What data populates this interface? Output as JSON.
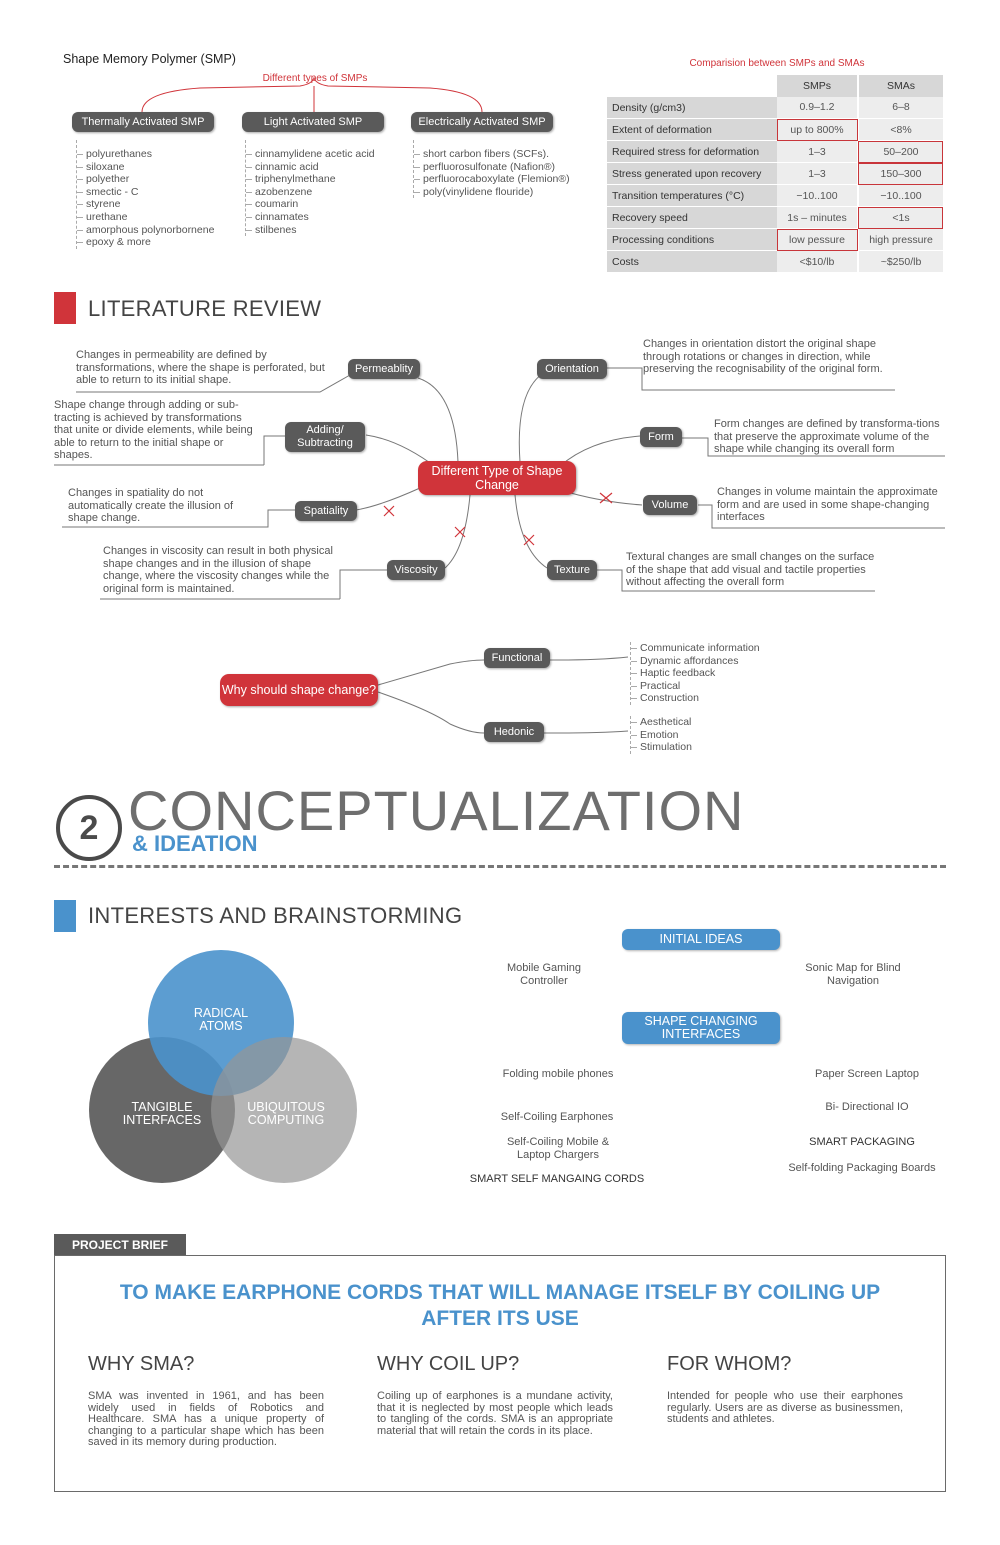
{
  "smp": {
    "title": "Shape Memory Polymer (SMP)",
    "types_label": "Different types of SMPs",
    "groups": [
      {
        "label": "Thermally Activated SMP",
        "items": [
          "polyurethanes",
          "siloxane",
          "polyether",
          "smectic - C",
          "styrene",
          "urethane",
          "amorphous polynorbornene",
          "epoxy & more"
        ]
      },
      {
        "label": "Light Activated SMP",
        "items": [
          "cinnamylidene acetic acid",
          "cinnamic acid",
          "triphenylmethane",
          "azobenzene",
          "coumarin",
          "cinnamates",
          "stilbenes"
        ]
      },
      {
        "label": "Electrically Activated SMP",
        "items": [
          "short carbon fibers (SCFs).",
          "perfluorosulfonate (Nafion®)",
          "perfluorocaboxylate (Flemion®)",
          "poly(vinylidene flouride)"
        ]
      }
    ]
  },
  "comparison": {
    "title": "Comparision between SMPs and SMAs",
    "col1": "SMPs",
    "col2": "SMAs",
    "rows": [
      {
        "label": "Density (g/cm3)",
        "smp": "0.9–1.2",
        "sma": "6–8"
      },
      {
        "label": "Extent of deformation",
        "smp": "up to 800%",
        "sma": "<8%"
      },
      {
        "label": "Required stress for deformation",
        "smp": "1–3",
        "sma": "50–200"
      },
      {
        "label": "Stress generated upon recovery",
        "smp": "1–3",
        "sma": "150–300"
      },
      {
        "label": "Transition temperatures (°C)",
        "smp": "−10..100",
        "sma": "−10..100"
      },
      {
        "label": "Recovery speed",
        "smp": "1s – minutes",
        "sma": "<1s"
      },
      {
        "label": "Processing conditions",
        "smp": "low pessure",
        "sma": "high pressure"
      },
      {
        "label": "Costs",
        "smp": "<$10/lb",
        "sma": "~$250/lb"
      }
    ],
    "accent": "#c8353a"
  },
  "literature": {
    "heading": "LITERATURE REVIEW",
    "center": "Different Type of Shape Change",
    "nodes": {
      "permeablity": {
        "label": "Permeablity",
        "desc": "Changes in permeability are defined by transformations, where the shape is perforated, but able to return to its initial shape."
      },
      "adding": {
        "label": "Adding/ Subtracting",
        "desc": "Shape change through adding or sub-tracting is achieved by transformations that unite or divide elements, while being able to return to the initial shape or shapes."
      },
      "spatiality": {
        "label": "Spatiality",
        "desc": "Changes in spatiality do not automatically create the illusion of shape change."
      },
      "viscosity": {
        "label": "Viscosity",
        "desc": "Changes in viscosity can result in both physical shape changes and in the illusion of shape change, where the viscosity changes while the original form is maintained."
      },
      "orientation": {
        "label": "Orientation",
        "desc": "Changes in orientation distort the original shape through rotations or changes in direction, while preserving the recognisability of the original form."
      },
      "form": {
        "label": "Form",
        "desc": "Form changes are defined by transforma-tions that preserve the approximate volume of the shape while changing its overall form"
      },
      "volume": {
        "label": "Volume",
        "desc": "Changes in volume maintain the approximate form and are used in some shape-changing interfaces"
      },
      "texture": {
        "label": "Texture",
        "desc": "Textural changes are small changes on the surface of the shape that add visual and tactile properties without affecting the overall form"
      }
    },
    "cross_mark": "✕"
  },
  "why": {
    "center": "Why should shape change?",
    "functional": {
      "label": "Functional",
      "items": [
        "Communicate information",
        "Dynamic affordances",
        "Haptic feedback",
        "Practical",
        "Construction"
      ]
    },
    "hedonic": {
      "label": "Hedonic",
      "items": [
        "Aesthetical",
        "Emotion",
        "Stimulation"
      ]
    }
  },
  "concept": {
    "number": "2",
    "title": "CONCEPTUALIZATION",
    "subtitle": "& IDEATION"
  },
  "interests": {
    "heading": "INTERESTS AND BRAINSTORMING",
    "circles": [
      "RADICAL ATOMS",
      "TANGIBLE INTERFACES",
      "UBIQUITOUS COMPUTING"
    ],
    "initial_ideas": "INITIAL IDEAS",
    "idea_left": "Mobile Gaming Controller",
    "idea_right": "Sonic Map for Blind Navigation",
    "sci": "SHAPE CHANGING INTERFACES",
    "sci_items": {
      "folding": "Folding mobile phones",
      "paper": "Paper Screen Laptop",
      "earphones": "Self-Coiling Earphones",
      "bidir": "Bi- Directional IO",
      "chargers": "Self-Coiling Mobile & Laptop Chargers",
      "smart_pack": "SMART PACKAGING",
      "self_fold": "Self-folding Packaging Boards",
      "smart_cords": "SMART SELF MANGAING CORDS"
    }
  },
  "brief": {
    "tab": "PROJECT BRIEF",
    "headline": "TO MAKE EARPHONE CORDS THAT WILL MANAGE ITSELF BY COILING UP AFTER ITS USE",
    "cols": [
      {
        "title": "WHY SMA?",
        "body": "SMA was invented in 1961, and has been widely used in fields of Robotics and Healthcare. SMA has a unique property of changing to a particular shape which has been saved in its memory during production."
      },
      {
        "title": "WHY COIL UP?",
        "body": "Coiling up of earphones is a mundane activity, that it is neglected by most people which leads to tangling of the cords. SMA is an appropriate material that will retain the cords in its place."
      },
      {
        "title": "FOR WHOM?",
        "body": "Intended for people who use their earphones regularly. Users are as diverse as businessmen, students and athletes."
      }
    ]
  },
  "colors": {
    "red": "#d0343a",
    "blue": "#4a92cc",
    "dark": "#5a5a5a"
  }
}
